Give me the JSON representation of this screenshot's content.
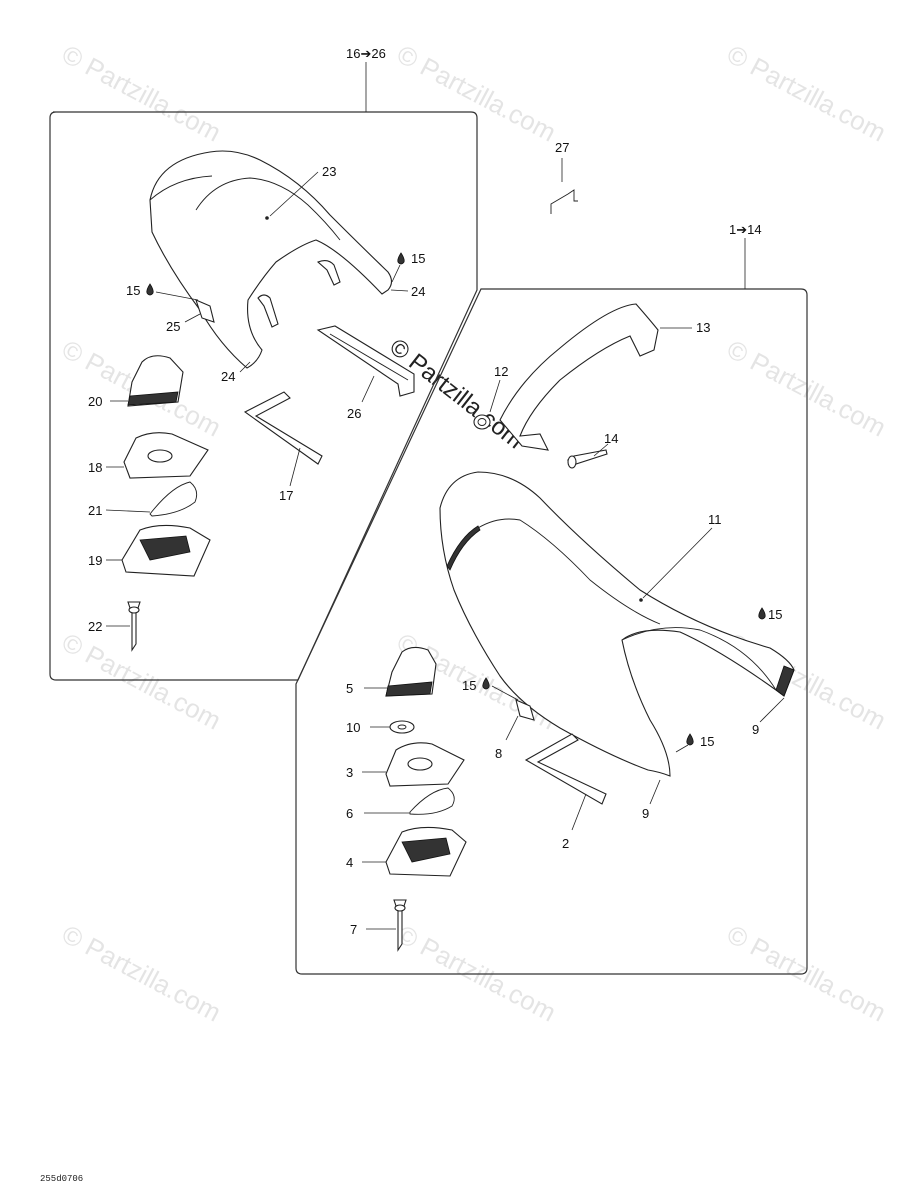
{
  "watermark": {
    "text": "© Partzilla.com",
    "center_text": "© Partzilla.com"
  },
  "groups": {
    "upper_range": "16➔26",
    "lower_range": "1➔14",
    "part_27": "27"
  },
  "labels": {
    "l23": "23",
    "l15a": "15",
    "l15b": "15",
    "l24a": "24",
    "l24b": "24",
    "l25": "25",
    "l20": "20",
    "l18": "18",
    "l21": "21",
    "l19": "19",
    "l22": "22",
    "l26": "26",
    "l17": "17",
    "l12": "12",
    "l13": "13",
    "l14": "14",
    "l11": "11",
    "l15c": "15",
    "l15d": "15",
    "l15e": "15",
    "l9a": "9",
    "l9b": "9",
    "l8": "8",
    "l5": "5",
    "l10": "10",
    "l3": "3",
    "l6": "6",
    "l4": "4",
    "l7": "7",
    "l2": "2"
  },
  "drawing_code": "255d0706"
}
